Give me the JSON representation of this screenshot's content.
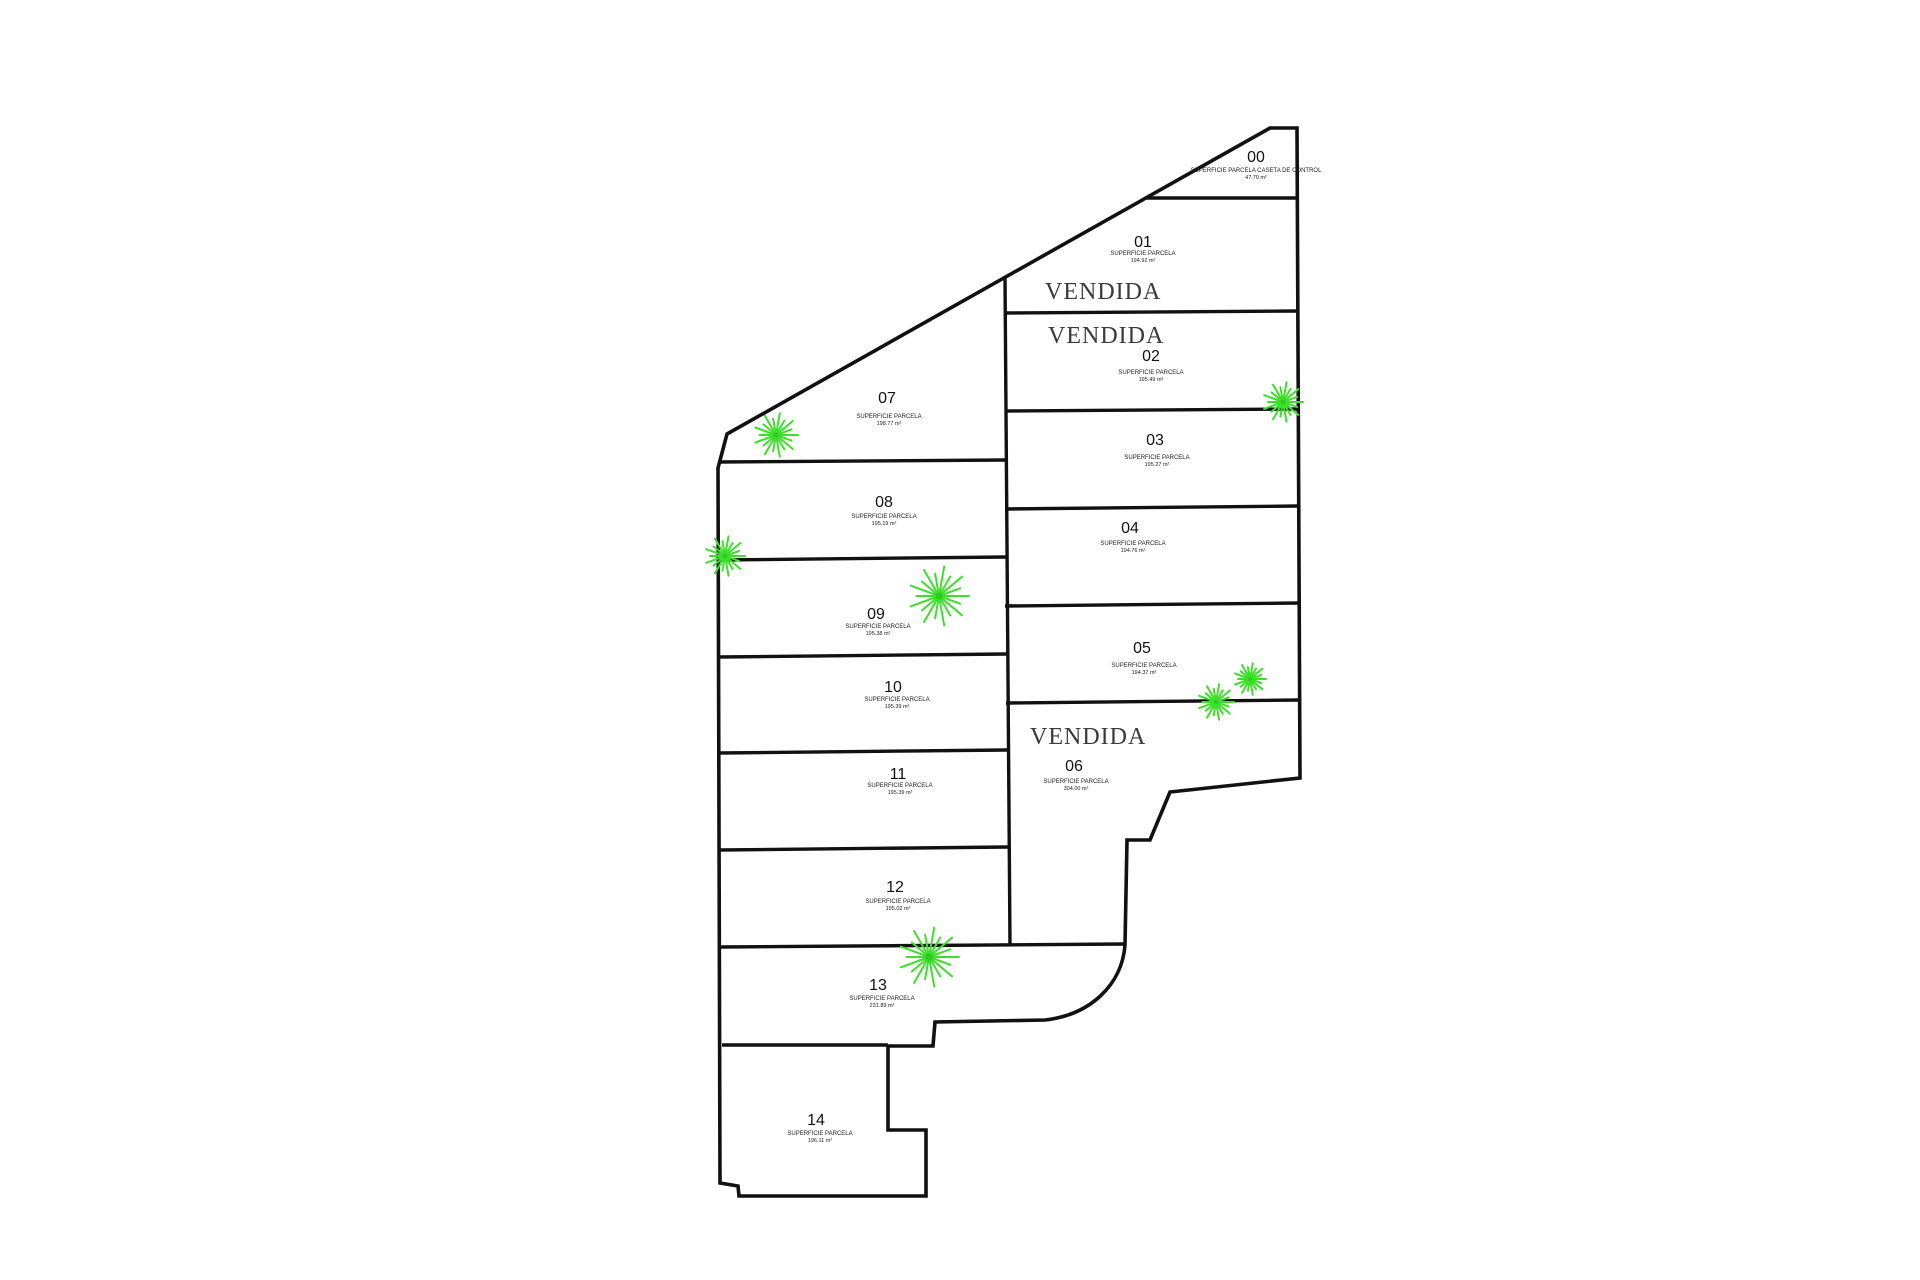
{
  "plan": {
    "lots": [
      {
        "id": "00",
        "caption": "SUPERFICIE PARCELA CASETA DE CONTROL",
        "area": "47.70 m²"
      },
      {
        "id": "01",
        "caption": "SUPERFICIE PARCELA",
        "area": "194.92 m²"
      },
      {
        "id": "02",
        "caption": "SUPERFICIE PARCELA",
        "area": "195.49 m²"
      },
      {
        "id": "03",
        "caption": "SUPERFICIE PARCELA",
        "area": "195.27 m²"
      },
      {
        "id": "04",
        "caption": "SUPERFICIE PARCELA",
        "area": "194.76 m²"
      },
      {
        "id": "05",
        "caption": "SUPERFICIE PARCELA",
        "area": "194.37 m²"
      },
      {
        "id": "06",
        "caption": "SUPERFICIE PARCELA",
        "area": "304.00 m²"
      },
      {
        "id": "07",
        "caption": "SUPERFICIE PARCELA",
        "area": "198.77 m²"
      },
      {
        "id": "08",
        "caption": "SUPERFICIE PARCELA",
        "area": "195.19 m²"
      },
      {
        "id": "09",
        "caption": "SUPERFICIE PARCELA",
        "area": "195.38 m²"
      },
      {
        "id": "10",
        "caption": "SUPERFICIE PARCELA",
        "area": "195.39 m²"
      },
      {
        "id": "11",
        "caption": "SUPERFICIE PARCELA",
        "area": "195.39 m²"
      },
      {
        "id": "12",
        "caption": "SUPERFICIE PARCELA",
        "area": "195.02 m²"
      },
      {
        "id": "13",
        "caption": "SUPERFICIE PARCELA",
        "area": "231.89 m²"
      },
      {
        "id": "14",
        "caption": "SUPERFICIE PARCELA",
        "area": "196.11 m²"
      }
    ],
    "sold_label": "VENDIDA",
    "sold_lots": [
      "01",
      "02",
      "06"
    ],
    "colors": {
      "outline": "#111111",
      "palm": "#3ce02a",
      "sold_text": "#3a3a3a",
      "background": "#ffffff"
    }
  }
}
